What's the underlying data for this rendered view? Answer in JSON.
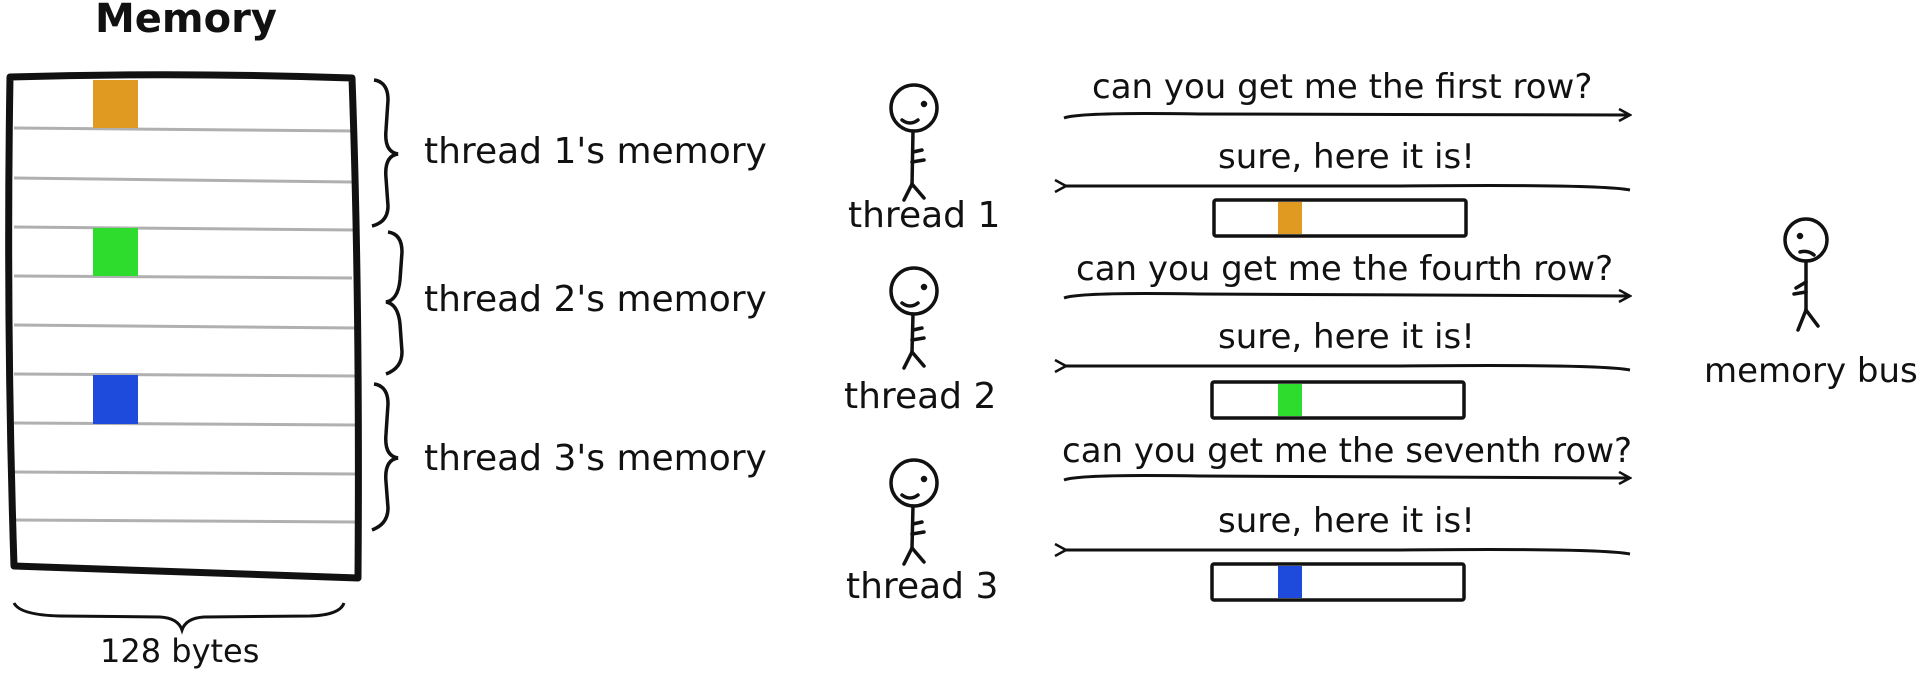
{
  "title": "Memory",
  "width_label": "128 bytes",
  "colors": {
    "thread1": "#e09a22",
    "thread2": "#2ddc2d",
    "thread3": "#1e4bdc",
    "ink": "#111111",
    "row_line": "#b0b0b0"
  },
  "memory_rows": 10,
  "brace_labels": [
    "thread 1's memory",
    "thread 2's memory",
    "thread 3's memory"
  ],
  "threads": [
    {
      "name": "thread 1",
      "request": "can you get me the first row?",
      "reply": "sure, here it is!",
      "color_key": "thread1"
    },
    {
      "name": "thread 2",
      "request": "can you get me the fourth row?",
      "reply": "sure, here it is!",
      "color_key": "thread2"
    },
    {
      "name": "thread 3",
      "request": "can you get me the seventh row?",
      "reply": "sure, here it is!",
      "color_key": "thread3"
    }
  ],
  "bus_label": "memory bus"
}
